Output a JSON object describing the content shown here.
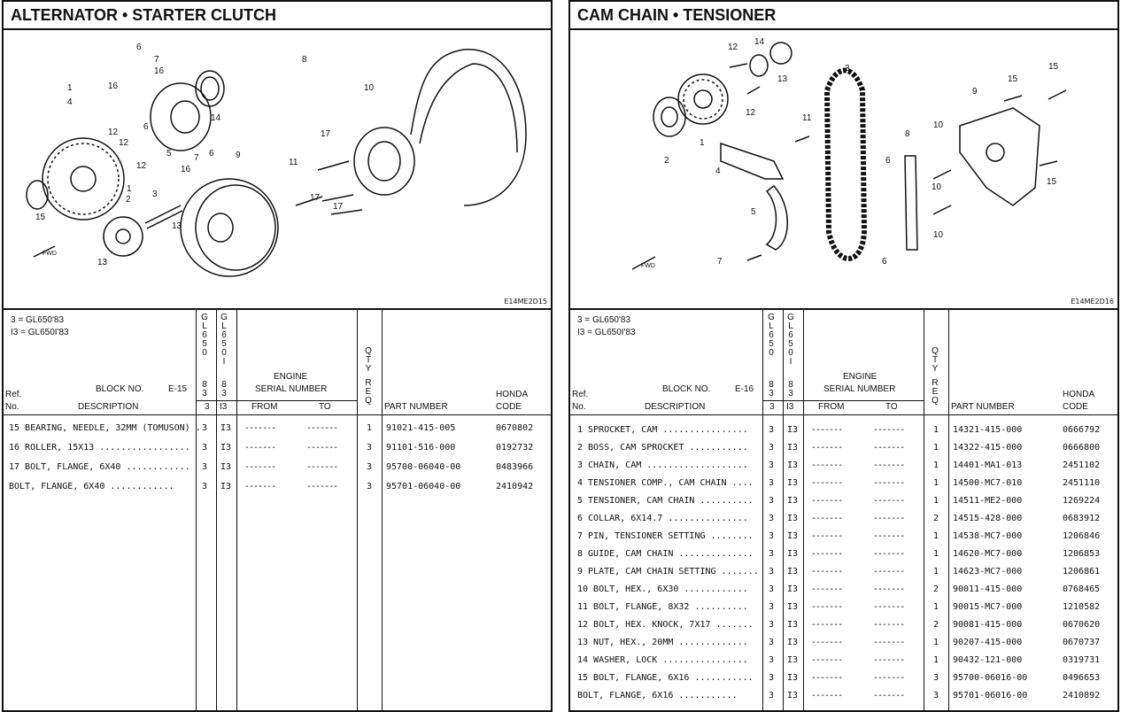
{
  "left": {
    "title": "ALTERNATOR • STARTER CLUTCH",
    "diagram_code": "E14ME2D15",
    "callouts": [
      "6",
      "7",
      "16",
      "8",
      "10",
      "16",
      "1",
      "4",
      "5",
      "14",
      "12",
      "12",
      "6",
      "7",
      "12",
      "16",
      "6",
      "17",
      "9",
      "11",
      "1",
      "2",
      "3",
      "17",
      "17",
      "15",
      "13",
      "13"
    ],
    "fwd": "FWD",
    "notes": [
      "3 = GL650'83",
      "I3 = GL650I'83"
    ],
    "header": {
      "col_gl650": [
        "G",
        "L",
        "6",
        "5",
        "0",
        "",
        "8",
        "3"
      ],
      "col_gl650i": [
        "G",
        "L",
        "6",
        "5",
        "0",
        "I",
        "8",
        "3"
      ],
      "qty": [
        "Q",
        "T",
        "Y",
        "",
        "R",
        "E",
        "Q"
      ],
      "ref_top": "Ref.",
      "ref_bottom": "No.",
      "block_no": "BLOCK NO.",
      "block_val": "E-15",
      "description": "DESCRIPTION",
      "engine": "ENGINE",
      "serial": "SERIAL NUMBER",
      "from": "FROM",
      "to": "TO",
      "sub_3": "3",
      "sub_i3": "I3",
      "part_number": "PART NUMBER",
      "honda": "HONDA",
      "code": "CODE"
    },
    "rows": [
      {
        "desc": "15 BEARING, NEEDLE, 32MM (TOMUSON) .",
        "c1": "3",
        "c2": "I3",
        "from": "-------",
        "to": "-------",
        "qty": "1",
        "part": "91021-415-005",
        "code": "0670802"
      },
      {
        "desc": "16 ROLLER, 15X13 .................",
        "c1": "3",
        "c2": "I3",
        "from": "-------",
        "to": "-------",
        "qty": "3",
        "part": "91101-516-000",
        "code": "0192732"
      },
      {
        "desc": "17 BOLT, FLANGE, 6X40 ............",
        "c1": "3",
        "c2": "I3",
        "from": "-------",
        "to": "-------",
        "qty": "3",
        "part": "95700-06040-00",
        "code": "0483966"
      },
      {
        "desc": "   BOLT, FLANGE, 6X40 ............",
        "c1": "3",
        "c2": "I3",
        "from": "-------",
        "to": "-------",
        "qty": "3",
        "part": "95701-06040-00",
        "code": "2410942"
      }
    ]
  },
  "right": {
    "title": "CAM CHAIN • TENSIONER",
    "diagram_code": "E14ME2D16",
    "callouts": [
      "12",
      "14",
      "13",
      "3",
      "15",
      "15",
      "1",
      "11",
      "12",
      "9",
      "10",
      "2",
      "4",
      "6",
      "8",
      "10",
      "15",
      "5",
      "6",
      "10",
      "7"
    ],
    "fwd": "FWD",
    "notes": [
      "3 = GL650'83",
      "I3 = GL650I'83"
    ],
    "header": {
      "col_gl650": [
        "G",
        "L",
        "6",
        "5",
        "0",
        "",
        "8",
        "3"
      ],
      "col_gl650i": [
        "G",
        "L",
        "6",
        "5",
        "0",
        "I",
        "8",
        "3"
      ],
      "qty": [
        "Q",
        "T",
        "Y",
        "",
        "R",
        "E",
        "Q"
      ],
      "ref_top": "Ref.",
      "ref_bottom": "No.",
      "block_no": "BLOCK NO.",
      "block_val": "E-16",
      "description": "DESCRIPTION",
      "engine": "ENGINE",
      "serial": "SERIAL NUMBER",
      "from": "FROM",
      "to": "TO",
      "sub_3": "3",
      "sub_i3": "I3",
      "part_number": "PART NUMBER",
      "honda": "HONDA",
      "code": "CODE"
    },
    "rows": [
      {
        "desc": "1 SPROCKET, CAM ................",
        "c1": "3",
        "c2": "I3",
        "from": "-------",
        "to": "-------",
        "qty": "1",
        "part": "14321-415-000",
        "code": "0666792"
      },
      {
        "desc": "2 BOSS, CAM SPROCKET ...........",
        "c1": "3",
        "c2": "I3",
        "from": "-------",
        "to": "-------",
        "qty": "1",
        "part": "14322-415-000",
        "code": "0666800"
      },
      {
        "desc": "3 CHAIN, CAM ...................",
        "c1": "3",
        "c2": "I3",
        "from": "-------",
        "to": "-------",
        "qty": "1",
        "part": "14401-MA1-013",
        "code": "2451102"
      },
      {
        "desc": "4 TENSIONER COMP., CAM CHAIN ....",
        "c1": "3",
        "c2": "I3",
        "from": "-------",
        "to": "-------",
        "qty": "1",
        "part": "14500-MC7-010",
        "code": "2451110"
      },
      {
        "desc": "5 TENSIONER, CAM CHAIN ..........",
        "c1": "3",
        "c2": "I3",
        "from": "-------",
        "to": "-------",
        "qty": "1",
        "part": "14511-ME2-000",
        "code": "1269224"
      },
      {
        "desc": "6 COLLAR, 6X14.7 ...............",
        "c1": "3",
        "c2": "I3",
        "from": "-------",
        "to": "-------",
        "qty": "2",
        "part": "14515-428-000",
        "code": "0683912"
      },
      {
        "desc": "7 PIN, TENSIONER SETTING ........",
        "c1": "3",
        "c2": "I3",
        "from": "-------",
        "to": "-------",
        "qty": "1",
        "part": "14538-MC7-000",
        "code": "1206846"
      },
      {
        "desc": "8 GUIDE, CAM CHAIN ..............",
        "c1": "3",
        "c2": "I3",
        "from": "-------",
        "to": "-------",
        "qty": "1",
        "part": "14620-MC7-000",
        "code": "1206853"
      },
      {
        "desc": "9 PLATE, CAM CHAIN SETTING .......",
        "c1": "3",
        "c2": "I3",
        "from": "-------",
        "to": "-------",
        "qty": "1",
        "part": "14623-MC7-000",
        "code": "1206861"
      },
      {
        "desc": "10 BOLT, HEX., 6X30 ............",
        "c1": "3",
        "c2": "I3",
        "from": "-------",
        "to": "-------",
        "qty": "2",
        "part": "90011-415-000",
        "code": "0768465"
      },
      {
        "desc": "11 BOLT, FLANGE, 8X32 ..........",
        "c1": "3",
        "c2": "I3",
        "from": "-------",
        "to": "-------",
        "qty": "1",
        "part": "90015-MC7-000",
        "code": "1210582"
      },
      {
        "desc": "12 BOLT, HEX. KNOCK, 7X17 .......",
        "c1": "3",
        "c2": "I3",
        "from": "-------",
        "to": "-------",
        "qty": "2",
        "part": "90081-415-000",
        "code": "0670620"
      },
      {
        "desc": "13 NUT, HEX., 20MM .............",
        "c1": "3",
        "c2": "I3",
        "from": "-------",
        "to": "-------",
        "qty": "1",
        "part": "90207-415-000",
        "code": "0670737"
      },
      {
        "desc": "14 WASHER, LOCK ................",
        "c1": "3",
        "c2": "I3",
        "from": "-------",
        "to": "-------",
        "qty": "1",
        "part": "90432-121-000",
        "code": "0319731"
      },
      {
        "desc": "15 BOLT, FLANGE, 6X16 ...........",
        "c1": "3",
        "c2": "I3",
        "from": "-------",
        "to": "-------",
        "qty": "3",
        "part": "95700-06016-00",
        "code": "0496653"
      },
      {
        "desc": "   BOLT, FLANGE, 6X16 ...........",
        "c1": "3",
        "c2": "I3",
        "from": "-------",
        "to": "-------",
        "qty": "3",
        "part": "95701-06016-00",
        "code": "2410892"
      }
    ]
  }
}
